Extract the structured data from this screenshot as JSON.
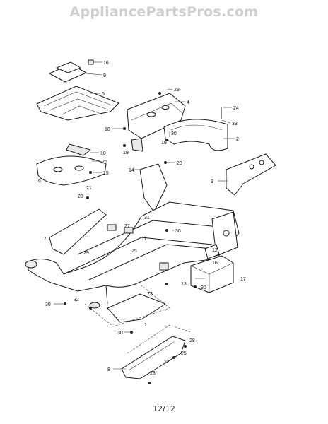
{
  "header": {
    "watermark": "AppliancePartsPros.com"
  },
  "footer": {
    "page_number": "12/12"
  },
  "callouts": [
    {
      "id": "c16a",
      "label": "16"
    },
    {
      "id": "c9",
      "label": "9"
    },
    {
      "id": "c5",
      "label": "5"
    },
    {
      "id": "c28a",
      "label": "28"
    },
    {
      "id": "c4",
      "label": "4"
    },
    {
      "id": "c24",
      "label": "24"
    },
    {
      "id": "c18",
      "label": "18"
    },
    {
      "id": "c33",
      "label": "33"
    },
    {
      "id": "c30a",
      "label": "30"
    },
    {
      "id": "c2",
      "label": "2"
    },
    {
      "id": "c19a",
      "label": "19"
    },
    {
      "id": "c19b",
      "label": "19"
    },
    {
      "id": "c10",
      "label": "10"
    },
    {
      "id": "c26",
      "label": "26"
    },
    {
      "id": "c15",
      "label": "15"
    },
    {
      "id": "c6",
      "label": "6"
    },
    {
      "id": "c14",
      "label": "14"
    },
    {
      "id": "c20",
      "label": "20"
    },
    {
      "id": "c3",
      "label": "3"
    },
    {
      "id": "c21",
      "label": "21"
    },
    {
      "id": "c28b",
      "label": "28"
    },
    {
      "id": "c7",
      "label": "7"
    },
    {
      "id": "c31",
      "label": "31"
    },
    {
      "id": "c27",
      "label": "27"
    },
    {
      "id": "c29",
      "label": "29"
    },
    {
      "id": "c11",
      "label": "11"
    },
    {
      "id": "c30b",
      "label": "30"
    },
    {
      "id": "c25",
      "label": "25"
    },
    {
      "id": "c12",
      "label": "12"
    },
    {
      "id": "c16b",
      "label": "16"
    },
    {
      "id": "c13",
      "label": "13"
    },
    {
      "id": "c30c",
      "label": "30"
    },
    {
      "id": "c17",
      "label": "17"
    },
    {
      "id": "c30d",
      "label": "30"
    },
    {
      "id": "c32",
      "label": "32"
    },
    {
      "id": "c23a",
      "label": "23"
    },
    {
      "id": "c1",
      "label": "1"
    },
    {
      "id": "c30e",
      "label": "30"
    },
    {
      "id": "c28c",
      "label": "28"
    },
    {
      "id": "c25b",
      "label": "25"
    },
    {
      "id": "c22",
      "label": "22"
    },
    {
      "id": "c23b",
      "label": "23"
    },
    {
      "id": "c8",
      "label": "8"
    }
  ]
}
